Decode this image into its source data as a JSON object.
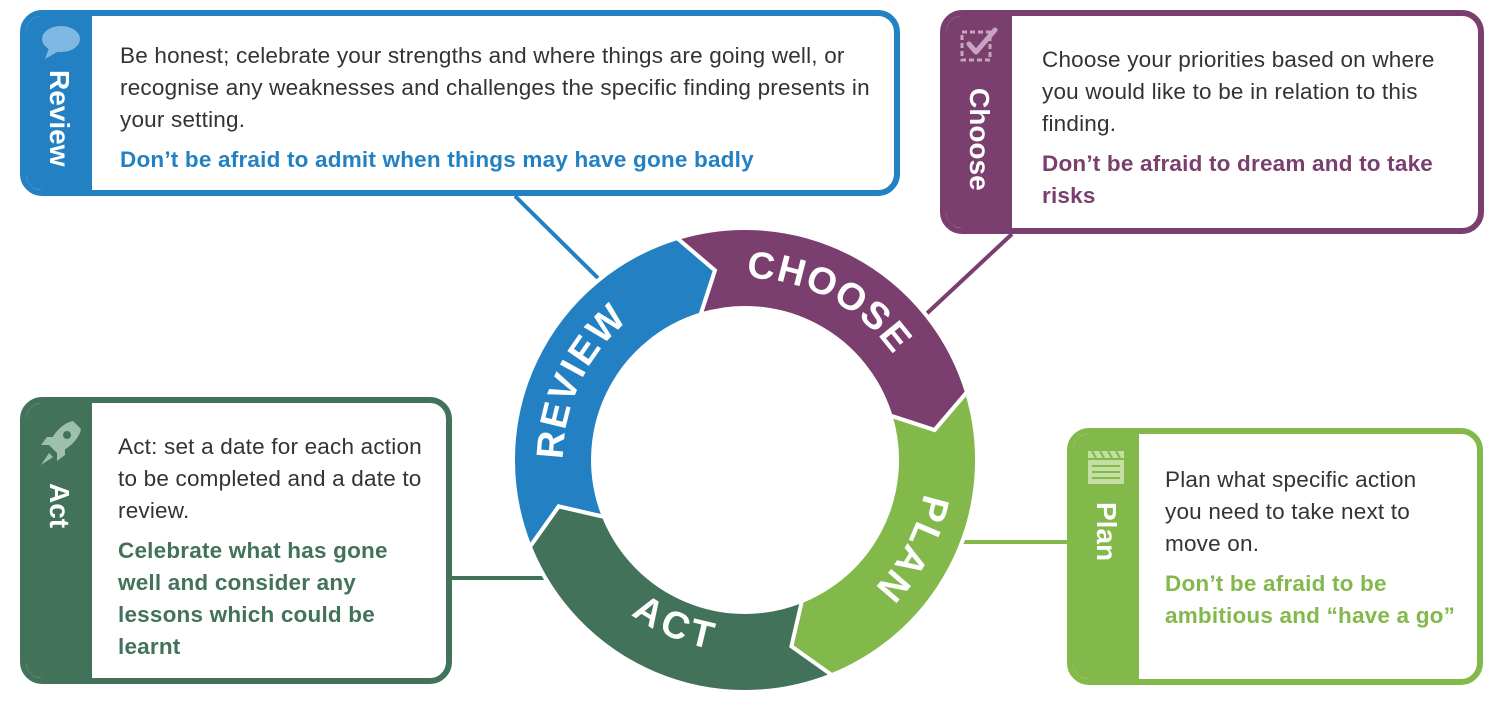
{
  "colors": {
    "review": "#2381c3",
    "choose": "#7a3f6e",
    "plan": "#83b84b",
    "act": "#42735a",
    "text": "#333333"
  },
  "cycle": {
    "review_label": "REVIEW",
    "choose_label": "CHOOSE",
    "plan_label": "PLAN",
    "act_label": "ACT"
  },
  "boxes": {
    "review": {
      "tab_label": "Review",
      "icon": "speech-bubble-icon",
      "text": "Be honest; celebrate your strengths and where things are going well,  or recognise any weaknesses and challenges the specific finding presents in your setting.",
      "emphasis": "Don’t be afraid to admit when things may have gone badly"
    },
    "choose": {
      "tab_label": "Choose",
      "icon": "checkbox-icon",
      "text": "Choose your priorities based on where you would like to be in relation to this finding.",
      "emphasis": "Don’t be afraid to dream and to take risks"
    },
    "act": {
      "tab_label": "Act",
      "icon": "rocket-icon",
      "text": "Act: set a date for each action to be completed and a date to review.",
      "emphasis": "Celebrate what has gone well and consider any lessons which could be learnt"
    },
    "plan": {
      "tab_label": "Plan",
      "icon": "clapperboard-icon",
      "text": "Plan what specific action you need to take next to move on.",
      "emphasis": "Don’t be afraid to be ambitious and “have a go”"
    }
  }
}
